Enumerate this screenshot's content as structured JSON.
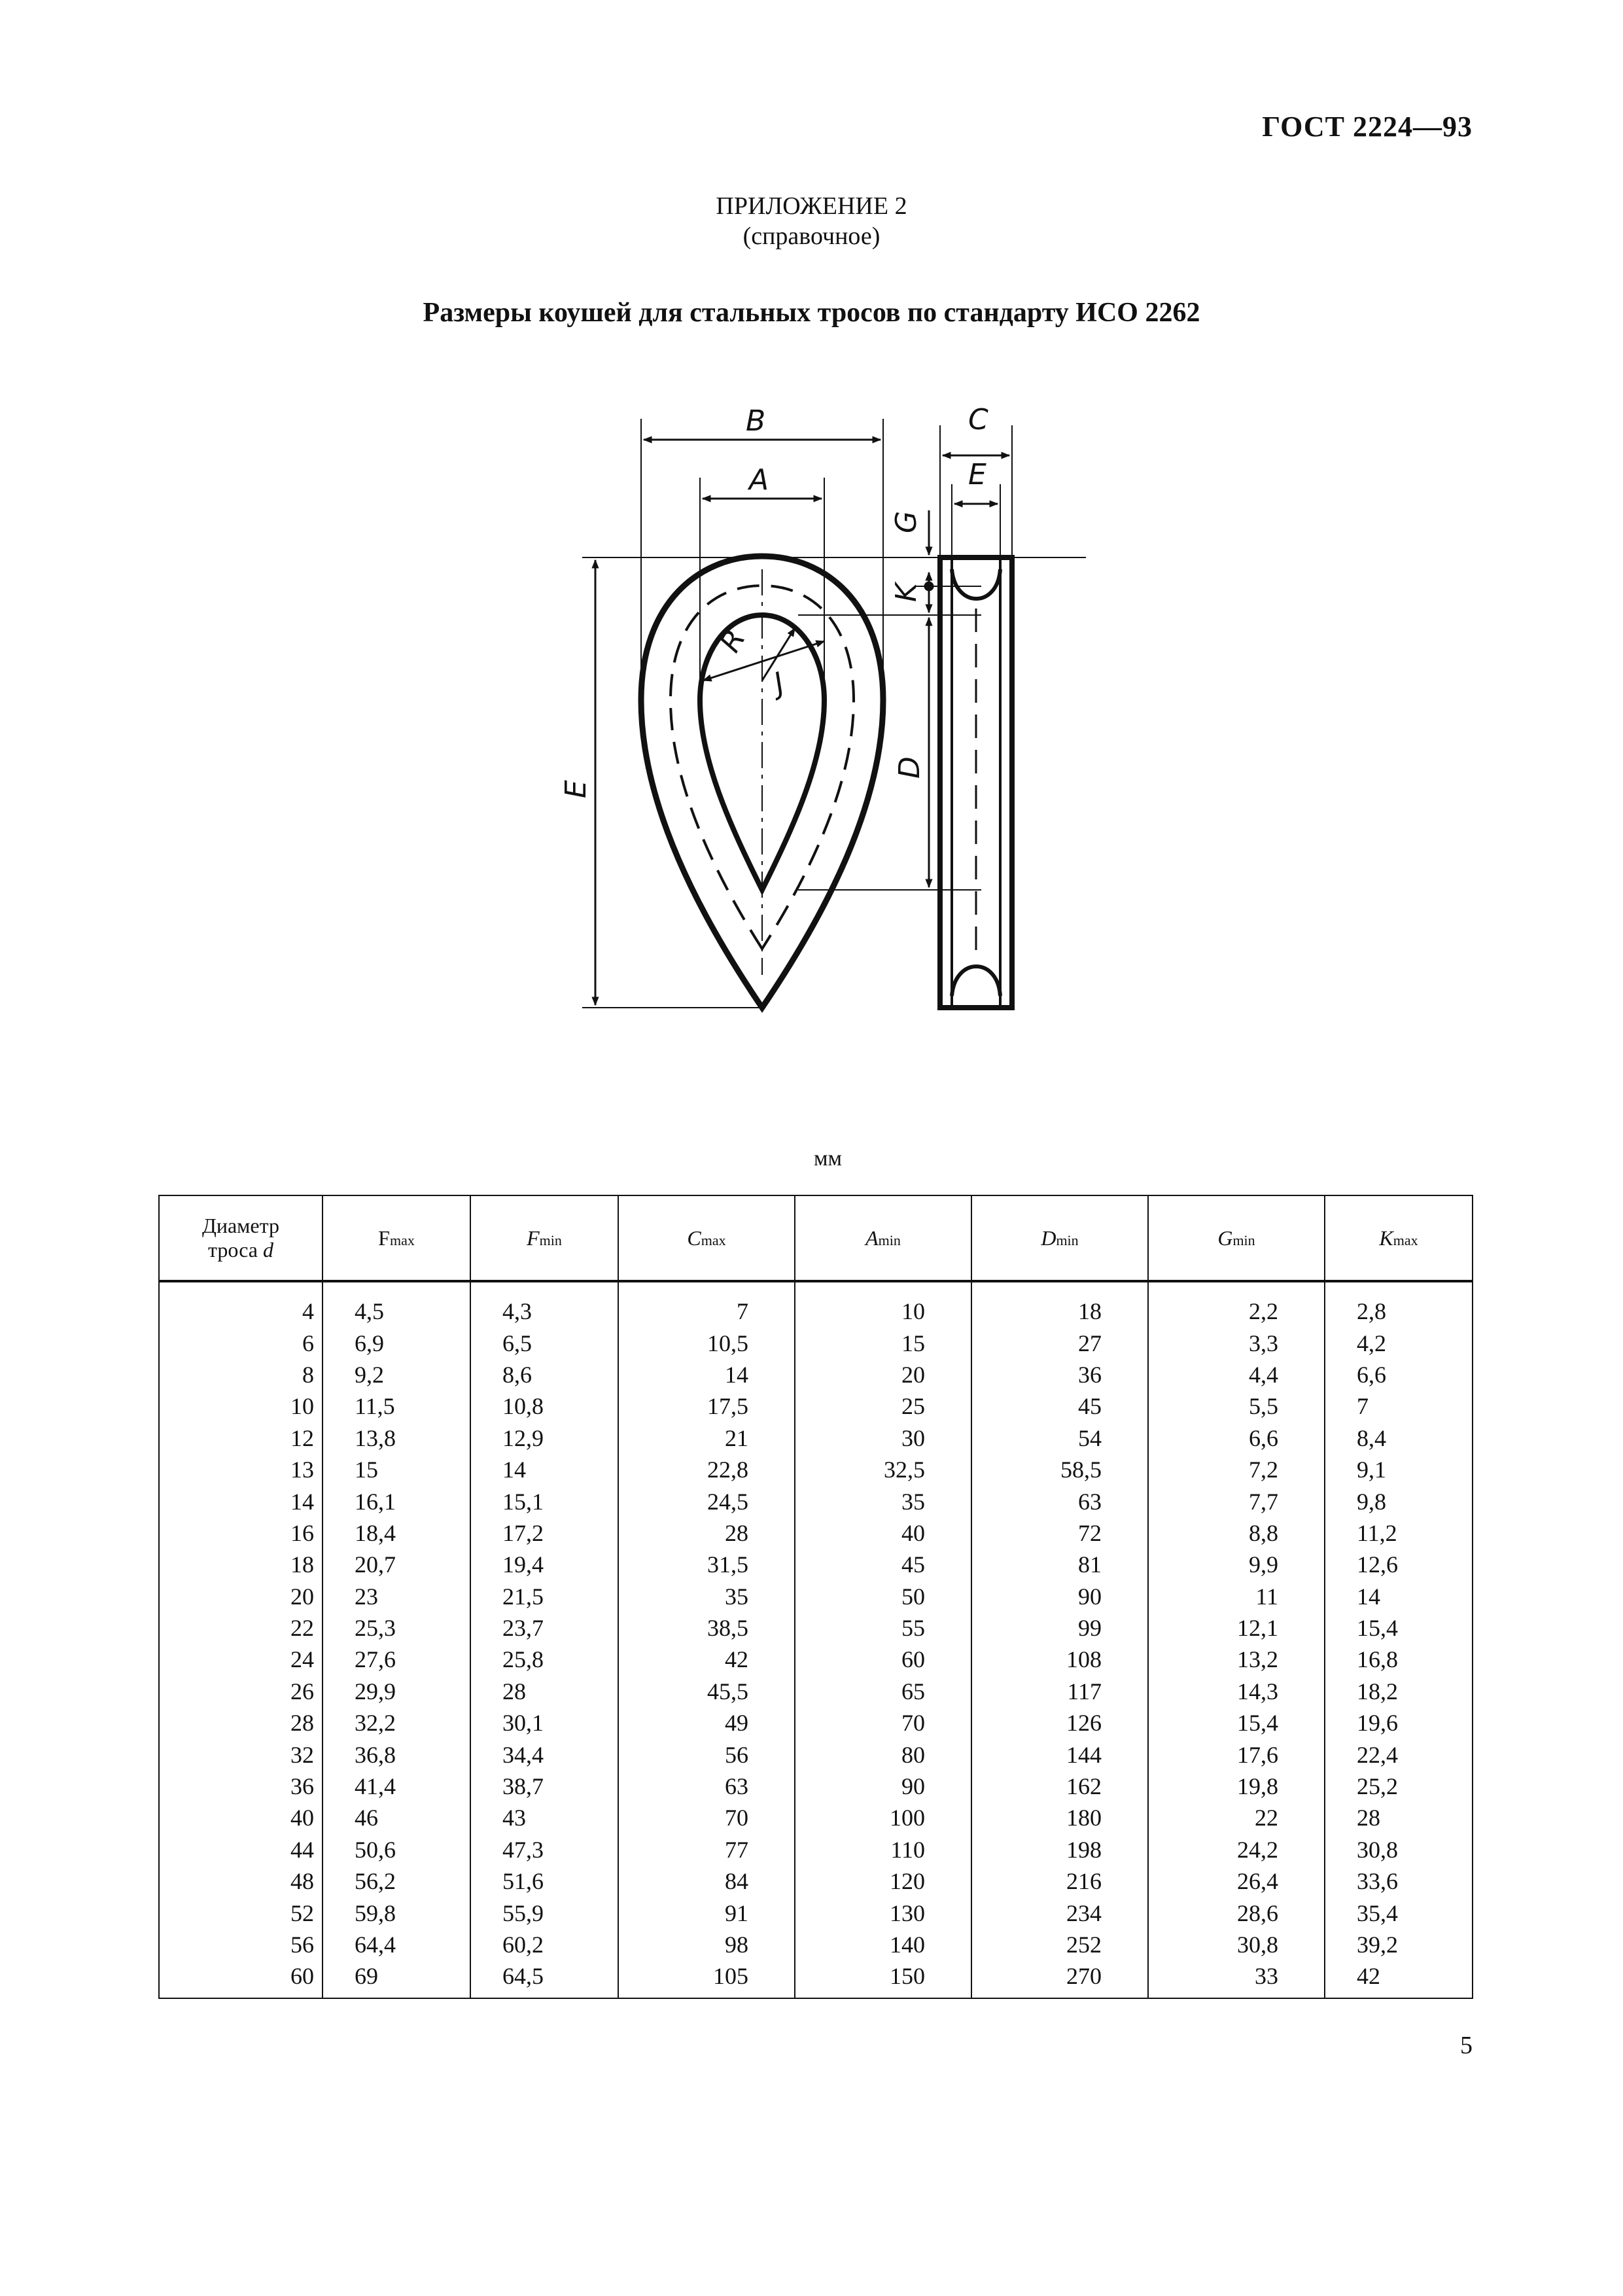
{
  "header": {
    "standard_code": "ГОСТ 2224—93"
  },
  "appendix": {
    "title": "ПРИЛОЖЕНИЕ 2",
    "subtitle": "(справочное)"
  },
  "heading": "Размеры коушей для стальных тросов по стандарту ИСО 2262",
  "drawing": {
    "labels": {
      "B": "B",
      "A": "A",
      "C": "C",
      "E_top": "E",
      "G": "G",
      "K": "K",
      "R": "R",
      "J": "J",
      "E_side": "E",
      "D": "D"
    }
  },
  "table": {
    "unit": "мм",
    "headers": [
      {
        "line1": "Диаметр",
        "line2_text": "троса ",
        "line2_var": "d"
      },
      {
        "base": "F",
        "sub": "max"
      },
      {
        "base": "F",
        "sub": "min"
      },
      {
        "base": "C",
        "sub": "max"
      },
      {
        "base": "A",
        "sub": "min"
      },
      {
        "base": "D",
        "sub": "min"
      },
      {
        "base": "G",
        "sub": "min"
      },
      {
        "base": "K",
        "sub": "max"
      }
    ],
    "rows": [
      [
        "4",
        "4,5",
        "4,3",
        "7",
        "10",
        "18",
        "2,2",
        "2,8"
      ],
      [
        "6",
        "6,9",
        "6,5",
        "10,5",
        "15",
        "27",
        "3,3",
        "4,2"
      ],
      [
        "8",
        "9,2",
        "8,6",
        "14",
        "20",
        "36",
        "4,4",
        "6,6"
      ],
      [
        "10",
        "11,5",
        "10,8",
        "17,5",
        "25",
        "45",
        "5,5",
        "7"
      ],
      [
        "12",
        "13,8",
        "12,9",
        "21",
        "30",
        "54",
        "6,6",
        "8,4"
      ],
      [
        "13",
        "15",
        "14",
        "22,8",
        "32,5",
        "58,5",
        "7,2",
        "9,1"
      ],
      [
        "14",
        "16,1",
        "15,1",
        "24,5",
        "35",
        "63",
        "7,7",
        "9,8"
      ],
      [
        "16",
        "18,4",
        "17,2",
        "28",
        "40",
        "72",
        "8,8",
        "11,2"
      ],
      [
        "18",
        "20,7",
        "19,4",
        "31,5",
        "45",
        "81",
        "9,9",
        "12,6"
      ],
      [
        "20",
        "23",
        "21,5",
        "35",
        "50",
        "90",
        "11",
        "14"
      ],
      [
        "22",
        "25,3",
        "23,7",
        "38,5",
        "55",
        "99",
        "12,1",
        "15,4"
      ],
      [
        "24",
        "27,6",
        "25,8",
        "42",
        "60",
        "108",
        "13,2",
        "16,8"
      ],
      [
        "26",
        "29,9",
        "28",
        "45,5",
        "65",
        "117",
        "14,3",
        "18,2"
      ],
      [
        "28",
        "32,2",
        "30,1",
        "49",
        "70",
        "126",
        "15,4",
        "19,6"
      ],
      [
        "32",
        "36,8",
        "34,4",
        "56",
        "80",
        "144",
        "17,6",
        "22,4"
      ],
      [
        "36",
        "41,4",
        "38,7",
        "63",
        "90",
        "162",
        "19,8",
        "25,2"
      ],
      [
        "40",
        "46",
        "43",
        "70",
        "100",
        "180",
        "22",
        "28"
      ],
      [
        "44",
        "50,6",
        "47,3",
        "77",
        "110",
        "198",
        "24,2",
        "30,8"
      ],
      [
        "48",
        "56,2",
        "51,6",
        "84",
        "120",
        "216",
        "26,4",
        "33,6"
      ],
      [
        "52",
        "59,8",
        "55,9",
        "91",
        "130",
        "234",
        "28,6",
        "35,4"
      ],
      [
        "56",
        "64,4",
        "60,2",
        "98",
        "140",
        "252",
        "30,8",
        "39,2"
      ],
      [
        "60",
        "69",
        "64,5",
        "105",
        "150",
        "270",
        "33",
        "42"
      ]
    ]
  },
  "footer": {
    "page_number": "5"
  }
}
